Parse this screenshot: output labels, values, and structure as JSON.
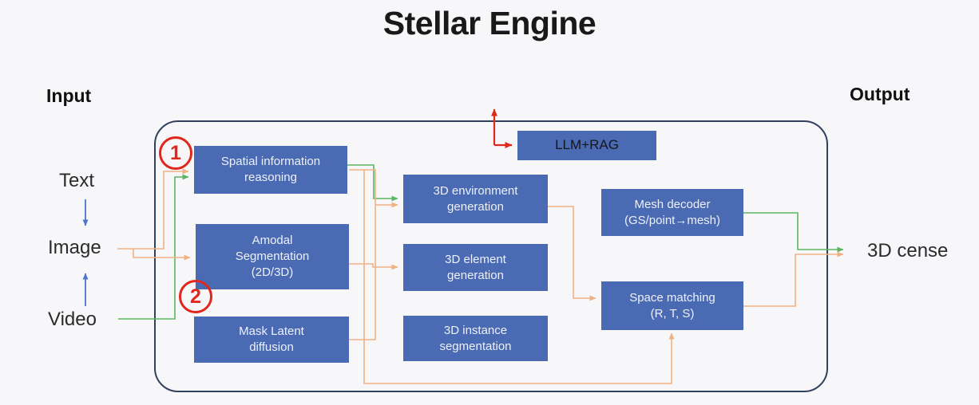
{
  "title": "Stellar Engine",
  "labels": {
    "input": "Input",
    "output": "Output",
    "text": "Text",
    "image": "Image",
    "video": "Video",
    "result": "3D cense"
  },
  "markers": {
    "one": "1",
    "two": "2"
  },
  "nodes": {
    "spatial": {
      "line1": "Spatial information",
      "line2": "reasoning"
    },
    "amodal": {
      "line1": "Amodal",
      "line2": "Segmentation",
      "line3": "(2D/3D)"
    },
    "mask": {
      "line1": "Mask Latent",
      "line2": "diffusion"
    },
    "llm": {
      "line1": "LLM+RAG"
    },
    "env": {
      "line1": "3D environment",
      "line2": "generation"
    },
    "element": {
      "line1": "3D element",
      "line2": "generation"
    },
    "instance": {
      "line1": "3D instance",
      "line2": "segmentation"
    },
    "mesh": {
      "line1": "Mesh decoder",
      "line2": "(GS/point→mesh)"
    },
    "space": {
      "line1": "Space matching",
      "line2": "(R,  T,  S)"
    }
  },
  "colors": {
    "background": "#f7f7fa",
    "node_blue": "#4a6ab3",
    "container_border": "#31405f",
    "arrow_green": "#5bb563",
    "arrow_orange": "#f0b183",
    "arrow_red": "#e0271d",
    "arrow_blue": "#4b76cc",
    "circle_red": "#e0271d"
  }
}
